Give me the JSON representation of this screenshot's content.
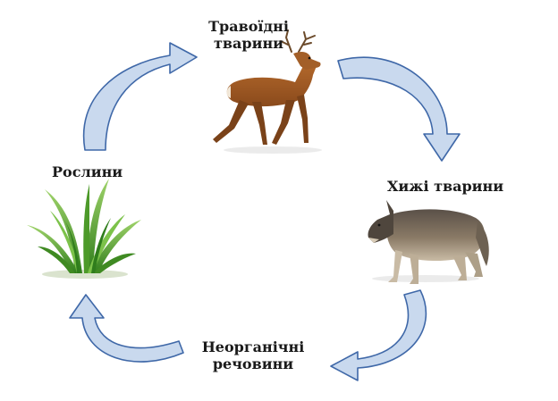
{
  "nodes": {
    "herbivores": {
      "line1": "Травоїдні",
      "line2": "тварини",
      "icon": "deer-icon"
    },
    "predators": {
      "label": "Хижі тварини",
      "icon": "wolf-icon"
    },
    "plants": {
      "label": "Рослини",
      "icon": "grass-icon"
    },
    "inorganic": {
      "line1": "Неорганічні",
      "line2": "речовини"
    }
  },
  "colors": {
    "arrow_fill": "#c9d9ee",
    "arrow_stroke": "#3f68a8",
    "text": "#1a1a1a"
  }
}
